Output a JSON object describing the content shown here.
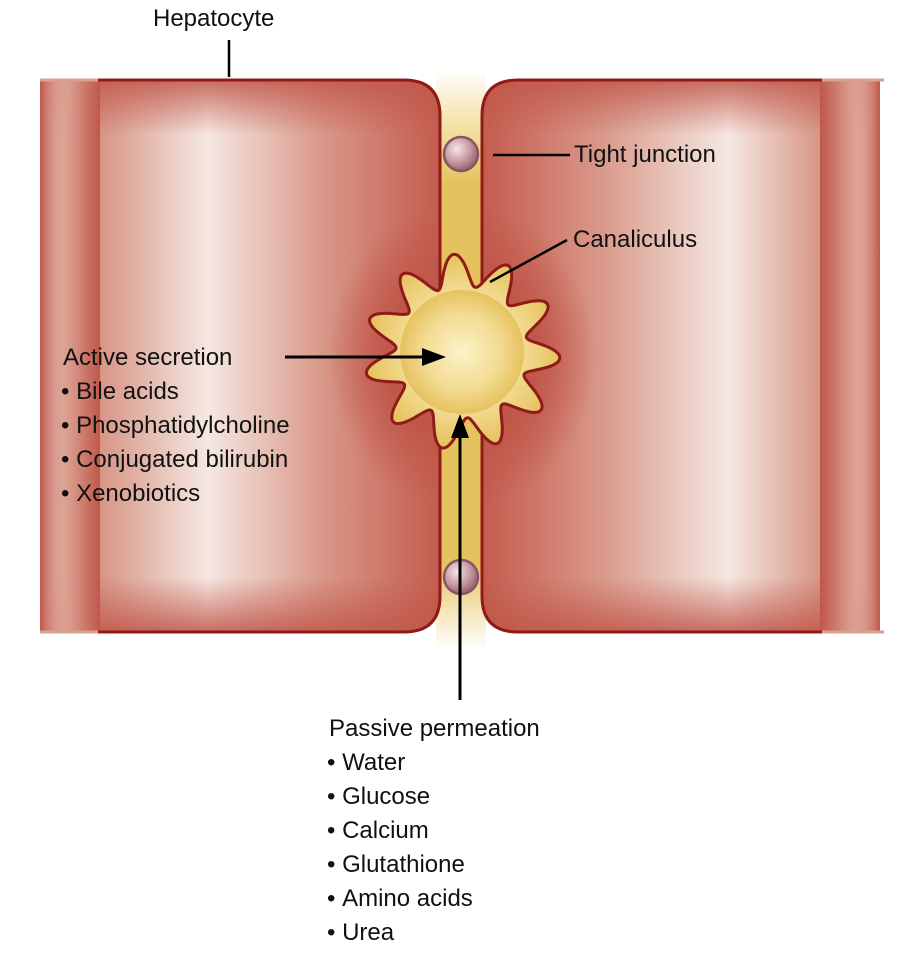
{
  "title": "Hepatocyte",
  "labels": {
    "hepatocyte": "Hepatocyte",
    "tight_junction": "Tight junction",
    "canaliculus": "Canaliculus"
  },
  "active_secretion": {
    "heading": "Active secretion",
    "items": [
      "Bile acids",
      "Phosphatidylcholine",
      "Conjugated bilirubin",
      "Xenobiotics"
    ]
  },
  "passive_permeation": {
    "heading": "Passive permeation",
    "items": [
      "Water",
      "Glucose",
      "Calcium",
      "Glutathione",
      "Amino acids",
      "Urea"
    ]
  },
  "colors": {
    "cell_edge": "#c0574a",
    "cell_light": "#f6ebe6",
    "cell_outline": "#8e1b17",
    "canal": "#e6c25e",
    "canal_light": "#fbf3c8",
    "junction": "#b58a93",
    "arrow": "#000000"
  }
}
